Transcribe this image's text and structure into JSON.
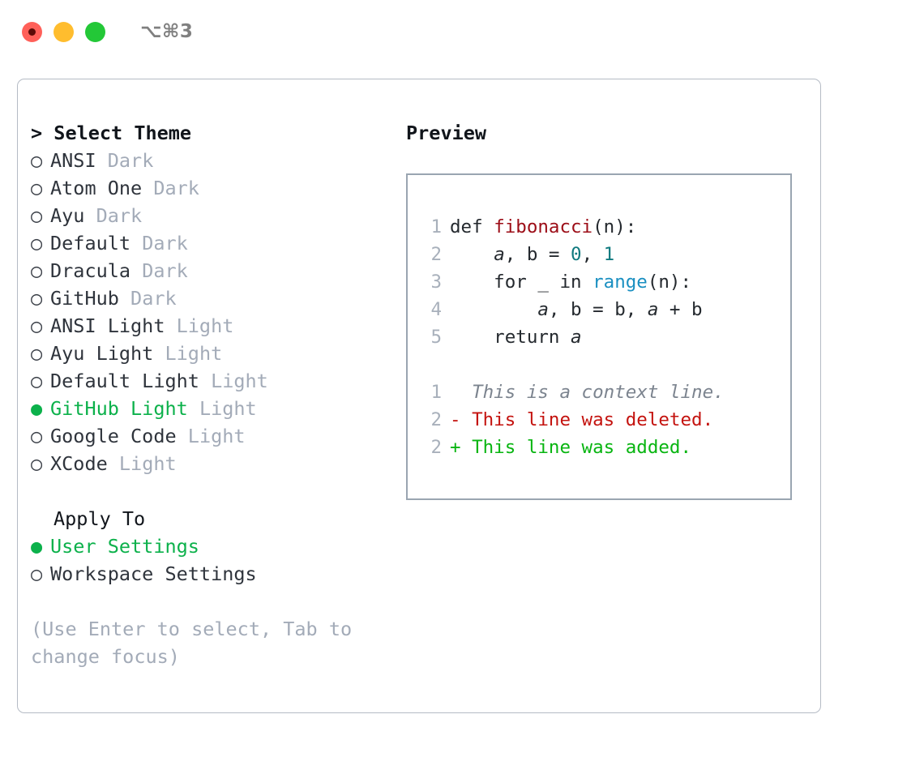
{
  "titlebar": {
    "shortcut": "⌥⌘3",
    "buttons": [
      {
        "name": "close",
        "color": "#ff6059"
      },
      {
        "name": "minimize",
        "color": "#ffbd2e"
      },
      {
        "name": "maximize",
        "color": "#23c837"
      }
    ]
  },
  "theme_list": {
    "title": "> Select Theme",
    "items": [
      {
        "marker": "○",
        "name": "ANSI",
        "variant": "Dark",
        "selected": false
      },
      {
        "marker": "○",
        "name": "Atom One",
        "variant": "Dark",
        "selected": false
      },
      {
        "marker": "○",
        "name": "Ayu",
        "variant": "Dark",
        "selected": false
      },
      {
        "marker": "○",
        "name": "Default",
        "variant": "Dark",
        "selected": false
      },
      {
        "marker": "○",
        "name": "Dracula",
        "variant": "Dark",
        "selected": false
      },
      {
        "marker": "○",
        "name": "GitHub",
        "variant": "Dark",
        "selected": false
      },
      {
        "marker": "○",
        "name": "ANSI Light",
        "variant": "Light",
        "selected": false
      },
      {
        "marker": "○",
        "name": "Ayu Light",
        "variant": "Light",
        "selected": false
      },
      {
        "marker": "○",
        "name": "Default Light",
        "variant": "Light",
        "selected": false
      },
      {
        "marker": "●",
        "name": "GitHub Light",
        "variant": "Light",
        "selected": true
      },
      {
        "marker": "○",
        "name": "Google Code",
        "variant": "Light",
        "selected": false
      },
      {
        "marker": "○",
        "name": "XCode",
        "variant": "Light",
        "selected": false
      }
    ]
  },
  "apply_to": {
    "heading": "Apply To",
    "options": [
      {
        "marker": "●",
        "label": "User Settings",
        "selected": true
      },
      {
        "marker": "○",
        "label": "Workspace Settings",
        "selected": false
      }
    ]
  },
  "hint": "(Use Enter to select, Tab to change focus)",
  "preview": {
    "title": "Preview",
    "code_lines": [
      {
        "no": "1",
        "tokens": [
          {
            "t": "def ",
            "k": "plain"
          },
          {
            "t": "fibonacci",
            "k": "fn"
          },
          {
            "t": "(n):",
            "k": "plain"
          }
        ]
      },
      {
        "no": "2",
        "tokens": [
          {
            "t": "    ",
            "k": "plain"
          },
          {
            "t": "a",
            "k": "var"
          },
          {
            "t": ", ",
            "k": "plain"
          },
          {
            "t": "b",
            "k": "plain"
          },
          {
            "t": " = ",
            "k": "plain"
          },
          {
            "t": "0",
            "k": "num"
          },
          {
            "t": ", ",
            "k": "plain"
          },
          {
            "t": "1",
            "k": "num"
          }
        ]
      },
      {
        "no": "3",
        "tokens": [
          {
            "t": "    for _ in ",
            "k": "plain"
          },
          {
            "t": "range",
            "k": "call"
          },
          {
            "t": "(n):",
            "k": "plain"
          }
        ]
      },
      {
        "no": "4",
        "tokens": [
          {
            "t": "        ",
            "k": "plain"
          },
          {
            "t": "a",
            "k": "var"
          },
          {
            "t": ", ",
            "k": "plain"
          },
          {
            "t": "b",
            "k": "plain"
          },
          {
            "t": " = ",
            "k": "plain"
          },
          {
            "t": "b",
            "k": "plain"
          },
          {
            "t": ", ",
            "k": "plain"
          },
          {
            "t": "a",
            "k": "var"
          },
          {
            "t": " + ",
            "k": "plain"
          },
          {
            "t": "b",
            "k": "plain"
          }
        ]
      },
      {
        "no": "5",
        "tokens": [
          {
            "t": "    return ",
            "k": "plain"
          },
          {
            "t": "a",
            "k": "var"
          }
        ]
      }
    ],
    "diff_lines": [
      {
        "no": "1",
        "sign": "  ",
        "text": "This is a context line.",
        "kind": "ctx"
      },
      {
        "no": "2",
        "sign": "- ",
        "text": "This line was deleted.",
        "kind": "del"
      },
      {
        "no": "2",
        "sign": "+ ",
        "text": "This line was added.",
        "kind": "add"
      }
    ]
  },
  "colors": {
    "accent_green": "#0cb14b",
    "muted": "#a3abb8",
    "border": "#b5bbc5",
    "preview_border": "#9aa5b1",
    "diff_add": "#08b511",
    "diff_del": "#c4130f",
    "token_fn": "#9c0d17",
    "token_num": "#107a7f",
    "token_call": "#1a8fc1"
  }
}
